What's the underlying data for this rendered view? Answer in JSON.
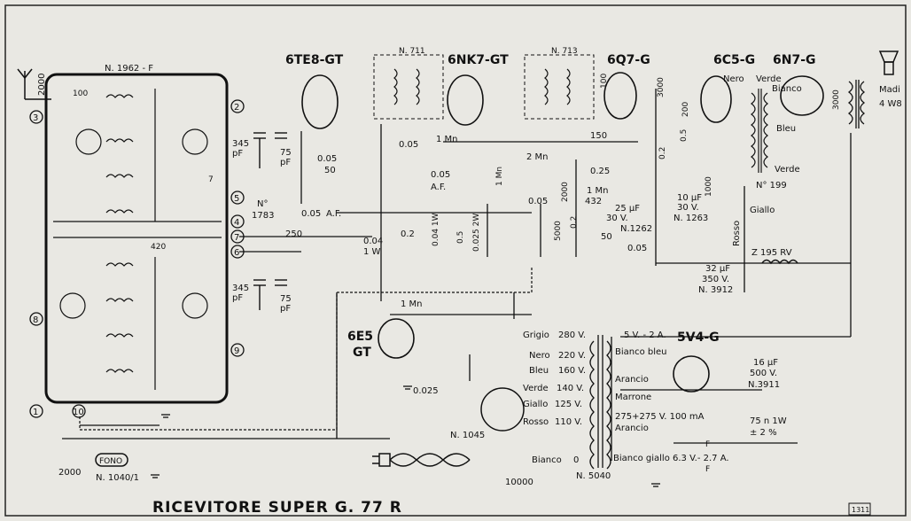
{
  "title": "RICEVITORE SUPER G. 77 R",
  "page_mark": "1311",
  "tubes": {
    "t1": "6TE8-GT",
    "t2": "6NK7-GT",
    "t3": "6Q7-G",
    "t4": "6C5-G",
    "t5": "6N7-G",
    "tuning": "6E5",
    "tuning_sub": "GT",
    "rect": "5V4-G"
  },
  "blocks": {
    "coil_unit": "N. 1962 - F",
    "if1": "N. 711",
    "if2": "N. 713",
    "nf": "N° 199",
    "choke": "Z 195 RV",
    "power_tr": "N. 5040",
    "volt_sel": "N. 1045",
    "phono": "N. 1040/1",
    "osc_coil_no": "N°",
    "osc_coil": "1783",
    "spk": "Madi",
    "spk2": "4 W8"
  },
  "connectors": [
    "1",
    "2",
    "3",
    "4",
    "5",
    "6",
    "7",
    "8",
    "9",
    "10"
  ],
  "components": {
    "ant_c": "2000",
    "c_100": "100",
    "c_7": "7",
    "c_420": "420",
    "c345a": "345",
    "c345a_u": "pF",
    "c75a": "75",
    "c75a_u": "pF",
    "c345b": "345",
    "c345b_u": "pF",
    "c75b": "75",
    "c75b_u": "pF",
    "c_50a": "50",
    "r_005a": "0.05",
    "c_005af1": "0.05",
    "af1": "A.F.",
    "c250": "250",
    "r_02": "0.2",
    "r_004": "0.04",
    "r_1w": "1 W",
    "c_005b": "0.05",
    "r_1ma": "1 Mn",
    "c_005af2": "0.05",
    "af2": "A.F.",
    "r_041w": "0.04 1W",
    "c_05": "0.5",
    "r_002w": "0.025 2W",
    "r_1mb": "1 Mn",
    "r_2m": "2 Mn",
    "c_005c": "0.05",
    "r_5000": "5000",
    "r_2000": "2000",
    "r_02b": "0.2",
    "c_150": "150",
    "c_025": "0.25",
    "r_1mc": "1 Mn",
    "c_432": "432",
    "c_100b": "100",
    "c_25uf": "25 µF",
    "c_30v": "30 V.",
    "c_1262": "N.1262",
    "c_50b": "50",
    "r_005d": "0.05",
    "c_3000a": "3000",
    "r_02c": "0.2",
    "r_05": "0.5",
    "c_200": "200",
    "c_10uf": "10 µF",
    "c_30v2": "30 V.",
    "c_1263": "N. 1263",
    "r_1000": "1000",
    "c_3000b": "3000",
    "c_32uf": "32 µF",
    "c_350v": "350 V.",
    "c_3912": "N. 3912",
    "c_16uf": "16 µF",
    "c_500v": "500 V.",
    "c_3911": "N.3911",
    "r_75": "75 n 1W",
    "r_75b": "± 2 %",
    "r_1mt": "1 Mn",
    "c_0025": "0.025",
    "c_2000p": "2000",
    "fono": "FONO",
    "c_10000": "10000"
  },
  "wire_labels": {
    "nero": "Nero",
    "verde1": "Verde",
    "bianco": "Bianco",
    "bleu": "Bleu",
    "verde2": "Verde",
    "giallo": "Giallo",
    "rosso": "Rosso"
  },
  "transformer_taps": [
    {
      "color": "Grigio",
      "volt": "280 V."
    },
    {
      "color": "Nero",
      "volt": "220 V."
    },
    {
      "color": "Bleu",
      "volt": "160 V."
    },
    {
      "color": "Verde",
      "volt": "140 V."
    },
    {
      "color": "Giallo",
      "volt": "125 V."
    },
    {
      "color": "Rosso",
      "volt": "110 V."
    },
    {
      "color": "Bianco",
      "volt": "0"
    }
  ],
  "secondary": {
    "s1": "5 V. - 2 A.",
    "s2": "Bianco bleu",
    "s3": "Arancio",
    "s4": "Marrone",
    "s5": "275+275 V. 100 mA",
    "s6": "Arancio",
    "s7": "Bianco giallo 6.3 V.- 2.7 A.",
    "f1": "F",
    "f2": "F"
  }
}
